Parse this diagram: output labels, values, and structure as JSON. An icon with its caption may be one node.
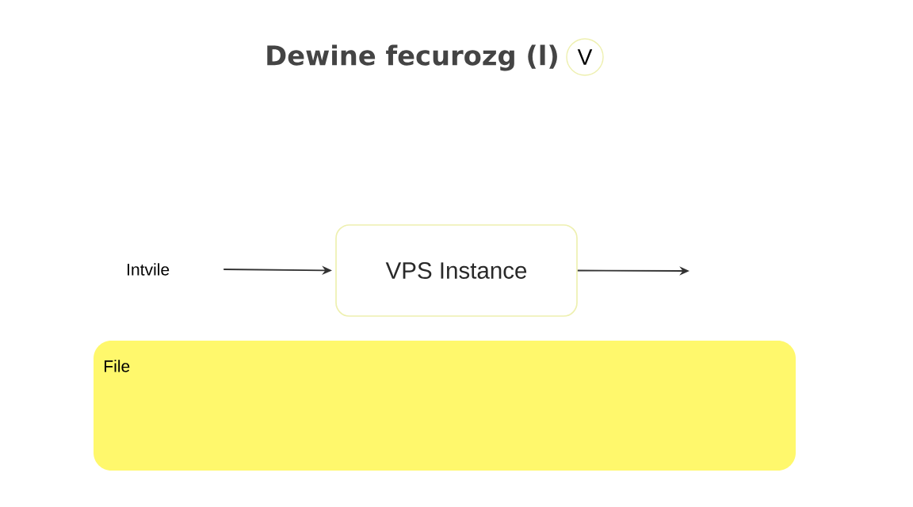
{
  "diagram": {
    "title": "Dewine fecurozg (l)",
    "nodes": [
      {
        "text": [
          "V"
        ]
      },
      {
        "text": [
          "Intvile"
        ]
      },
      {
        "text": [
          "VPS Instance"
        ]
      },
      {
        "text": [
          "File"
        ]
      }
    ],
    "edges": [
      {
        "from": 1,
        "to": 2,
        "arrow": "to"
      },
      {
        "from": 2,
        "to": null,
        "arrow": "to"
      }
    ]
  }
}
